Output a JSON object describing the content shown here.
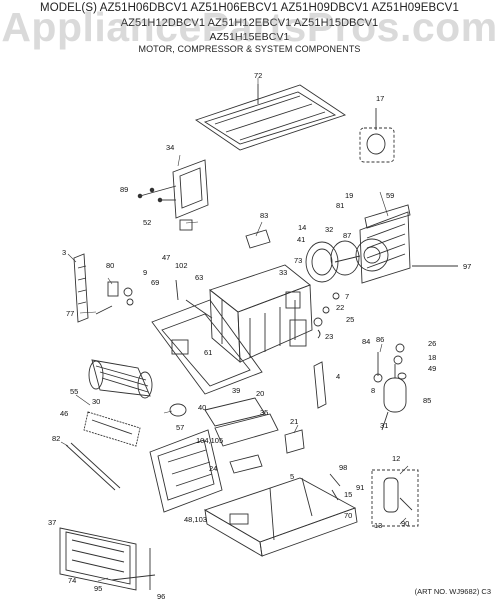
{
  "header": {
    "line1": "MODEL(S) AZ51H06DBCV1  AZ51H06EBCV1  AZ51H09DBCV1  AZ51H09EBCV1",
    "line2": "AZ51H12DBCV1  AZ51H12EBCV1  AZ51H15DBCV1",
    "line3": "AZ51H15EBCV1",
    "line4": "MOTOR, COMPRESSOR & SYSTEM COMPONENTS"
  },
  "watermark": "AppliancePartsPros.com",
  "art_number": "(ART NO. WJ9682) C3",
  "part_labels": {
    "p72": "72",
    "p17": "17",
    "p34": "34",
    "p89": "89",
    "p59": "59",
    "p19": "19",
    "p81": "81",
    "p52": "52",
    "p83": "83",
    "p14": "14",
    "p32": "32",
    "p87": "87",
    "p41": "41",
    "p3": "3",
    "p47": "47",
    "p102": "102",
    "p80": "80",
    "p9": "9",
    "p63": "63",
    "p73": "73",
    "p33": "33",
    "p97": "97",
    "p69": "69",
    "p7": "7",
    "p22": "22",
    "p77": "77",
    "p25": "25",
    "p23": "23",
    "p84": "84",
    "p86": "86",
    "p26": "26",
    "p18": "18",
    "p61": "61",
    "p49": "49",
    "p4": "4",
    "p55": "55",
    "p39": "39",
    "p20": "20",
    "p8": "8",
    "p85": "85",
    "p30": "30",
    "p40": "40",
    "p35": "35",
    "p46": "46",
    "p31": "31",
    "p57": "57",
    "p104_105": "104,105",
    "p82": "82",
    "p21": "21",
    "p12": "12",
    "p24": "24",
    "p98": "98",
    "p5": "5",
    "p91": "91",
    "p15": "15",
    "p48_103": "48,103",
    "p70": "70",
    "p13": "13",
    "p90": "90",
    "p37": "37",
    "p74": "74",
    "p95": "95",
    "p96": "96"
  }
}
